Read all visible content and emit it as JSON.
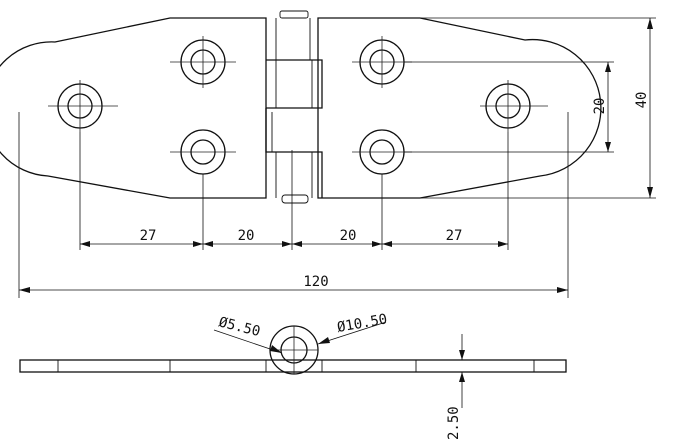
{
  "dimensions": {
    "pitch_left_outer": "27",
    "pitch_left_inner": "20",
    "pitch_right_inner": "20",
    "pitch_right_outer": "27",
    "overall_length": "120",
    "hole_vertical_spacing": "20",
    "leaf_width": "40",
    "pin_diameter": "Ø5.50",
    "knuckle_diameter": "Ø10.50",
    "plate_thickness": "2.50"
  }
}
